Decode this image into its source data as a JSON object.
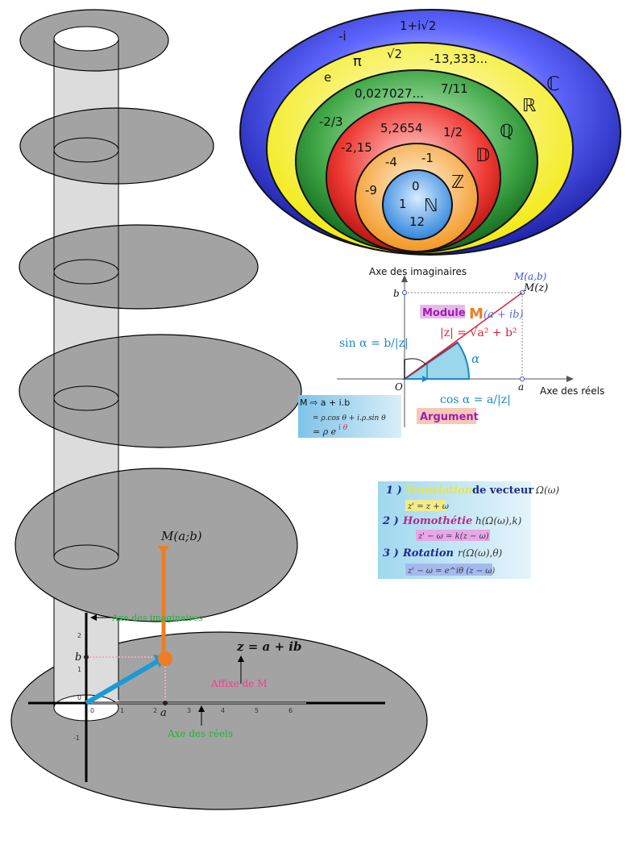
{
  "sets_diagram": {
    "symbols": {
      "C": "ℂ",
      "R": "ℝ",
      "Q": "ℚ",
      "D": "𝔻",
      "Z": "ℤ",
      "N": "ℕ"
    },
    "complex_examples": [
      "1+i√2",
      "-i",
      "-13,333..."
    ],
    "real_examples": [
      "π",
      "√2",
      "e"
    ],
    "rational_examples": [
      "0,027027...",
      "7/11",
      "-2/3"
    ],
    "decimal_examples": [
      "5,2654",
      "1/2",
      "-2,15"
    ],
    "integer_examples": [
      "-4",
      "-1",
      "-9"
    ],
    "natural_examples": [
      "0",
      "1",
      "12"
    ],
    "colors": {
      "C": "#2b2fd9",
      "R": "#f4ef1b",
      "Q": "#1f8a2b",
      "D": "#e8231e",
      "Z": "#f59a24",
      "N": "#3a8fe0"
    }
  },
  "argand_diagram": {
    "y_axis_label": "Axe des imaginaires",
    "x_axis_label": "Axe des réels",
    "point_label_a": "M(a,b)",
    "point_label_z": "M(z)",
    "tick_b": "b",
    "tick_a": "a",
    "origin": "O",
    "module_tag": "Module",
    "module_vector": "M",
    "module_vector_arg": "(a + ib)",
    "module_formula": "|z| = √a² + b²",
    "sin_formula": "sin α = b/|z|",
    "cos_formula": "cos α = a/|z|",
    "alpha": "α",
    "argument_tag": "Argument"
  },
  "polar_box": {
    "line1": "M ⇨  a + i.b",
    "line2": "= ρ.cos θ + i.ρ.sin θ",
    "line3": "= ρ e",
    "line3_exp": "i θ"
  },
  "transformations": {
    "t1_num": "1 )",
    "t1_name": "Translation",
    "t1_rest": "de vecteur",
    "t1_sym": "Ω(ω)",
    "t1_formula": "z' = z + ω",
    "t2_num": "2 )",
    "t2_name": "Homothétie",
    "t2_sym": "h(Ω(ω),k)",
    "t2_formula": "z' − ω = k(z − ω)",
    "t3_num": "3 )",
    "t3_name": "Rotation",
    "t3_sym": "r(Ω(ω),θ)",
    "t3_formula": "z' − ω = e^iθ (z − ω)"
  },
  "plane": {
    "point_label": "M(a;b)",
    "z_formula": "z = a + ib",
    "affixe": "Affixe de M",
    "imag_axis": "Axe des imaginaires",
    "real_axis": "Axe des réels",
    "tick_a": "a",
    "tick_b": "b",
    "x_ticks": [
      "0",
      "1",
      "2",
      "3",
      "4",
      "5",
      "6"
    ],
    "y_ticks": [
      "2",
      "1",
      "0",
      "-1"
    ]
  }
}
